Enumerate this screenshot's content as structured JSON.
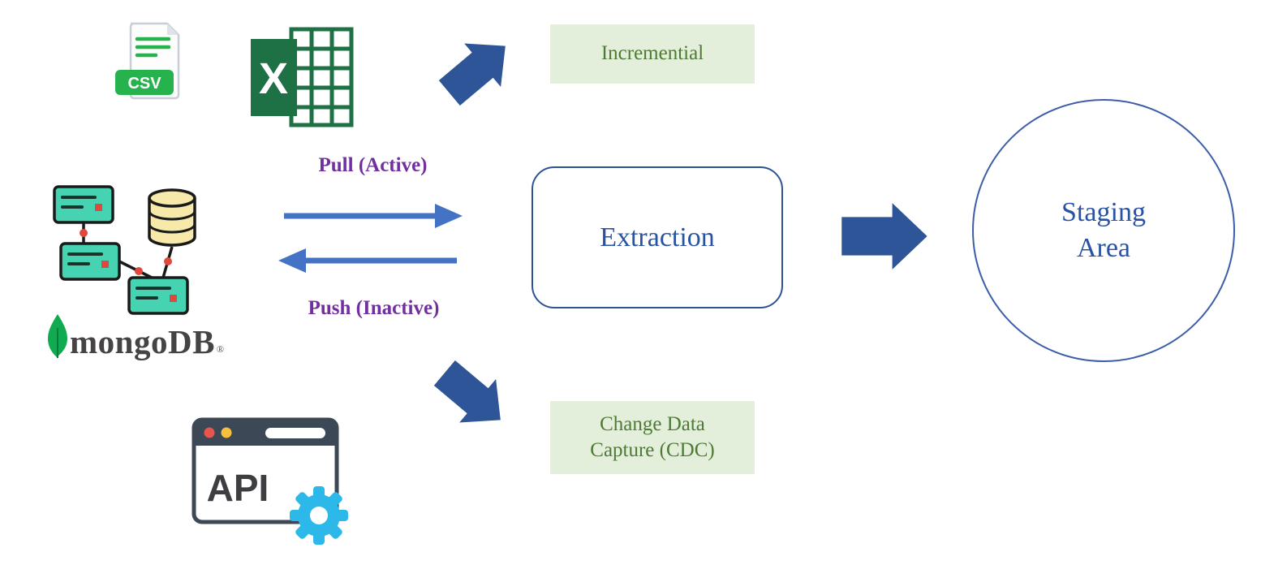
{
  "labels": {
    "pull": "Pull (Active)",
    "push": "Push (Inactive)",
    "extraction": "Extraction",
    "incremential": "Incremential",
    "cdc_line1": "Change Data",
    "cdc_line2": "Capture (CDC)",
    "staging_line1": "Staging",
    "staging_line2": "Area"
  },
  "icons": {
    "csv_label": "CSV",
    "excel_x": "X",
    "api_label": "API",
    "mongodb_wordmark": "mongoDB",
    "mongodb_trademark": "®"
  },
  "colors": {
    "green_box_bg": "#e3efda",
    "green_box_text": "#4e7a35",
    "purple_label": "#7030a0",
    "thin_arrow_blue": "#4472c4",
    "block_arrow_blue": "#2e5597",
    "outline_blue": "#2e5395",
    "csv_green": "#26b34d",
    "excel_green": "#1e7145",
    "mongo_leaf_green": "#10aa50",
    "server_teal": "#45d3b2",
    "db_cylinder_yellow": "#f7e9a9",
    "gear_cyan": "#2cb9ea"
  }
}
